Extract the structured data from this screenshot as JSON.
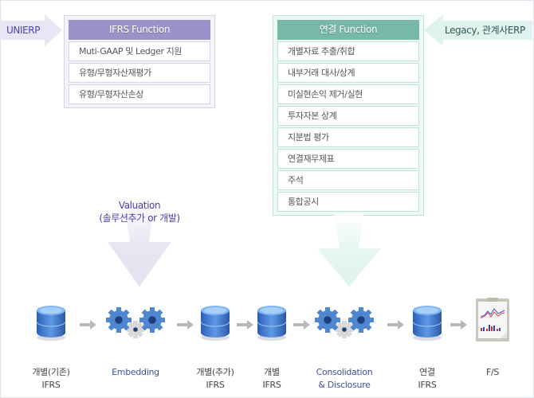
{
  "sources": {
    "left": {
      "label": "UNIERP",
      "color": "#4a3fa8"
    },
    "right": {
      "label": "Legacy, 관계사ERP",
      "color": "#2f5a50"
    }
  },
  "ifrs_function": {
    "title": "IFRS Function",
    "header_color": "#9b92c9",
    "items": [
      "Muti-GAAP 및 Ledger 지원",
      "유형/무형자산재평가",
      "유형/무형자산손상"
    ]
  },
  "consolidation_function": {
    "title": "연결 Function",
    "header_color": "#78b8a8",
    "items": [
      "개별자료 추출/취합",
      "내부거래 대사/상계",
      "미실현손익 제거/실현",
      "투자자본 상계",
      "지분법 평가",
      "연결재무제표",
      "주석",
      "통합공시"
    ]
  },
  "valuation": {
    "line1": "Valuation",
    "line2": "(솔루션추가 or 개발)"
  },
  "flow": {
    "nodes": [
      {
        "type": "database",
        "line1": "개별(기존)",
        "line2": "IFRS"
      },
      {
        "type": "gears",
        "line1": "Embedding",
        "line2": ""
      },
      {
        "type": "database",
        "line1": "개별(추가)",
        "line2": "IFRS"
      },
      {
        "type": "database",
        "line1": "개별",
        "line2": "IFRS"
      },
      {
        "type": "gears",
        "line1": "Consolidation",
        "line2": "& Disclosure"
      },
      {
        "type": "database",
        "line1": "연결",
        "line2": "IFRS"
      },
      {
        "type": "report",
        "line1": "F/S",
        "line2": ""
      }
    ]
  }
}
